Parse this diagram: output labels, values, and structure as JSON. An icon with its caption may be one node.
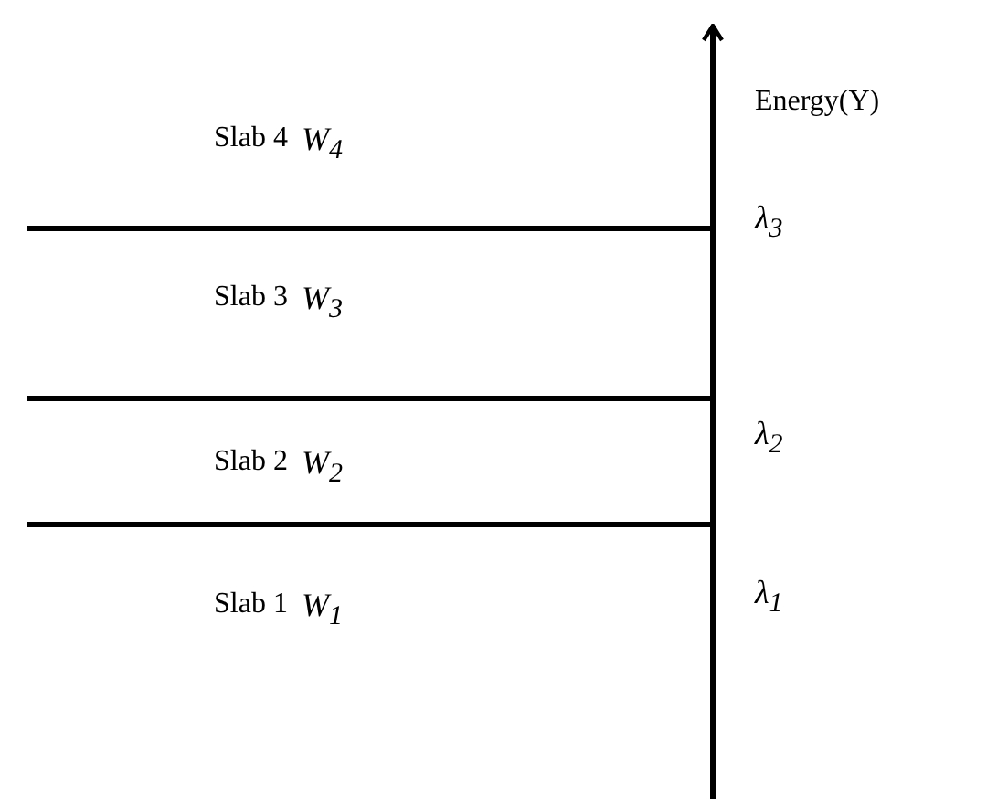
{
  "diagram": {
    "labels": [
      "Slab 4",
      "W$_{4}$",
      "Energy(Y)",
      "λ$_{3}$",
      "Slab 3",
      "W$_{3}$",
      "λ$_{2}$",
      "Slab 2",
      "W$_{2}$",
      "λ$_{1}$",
      "Slab 1",
      "W$_{1}$"
    ]
  }
}
